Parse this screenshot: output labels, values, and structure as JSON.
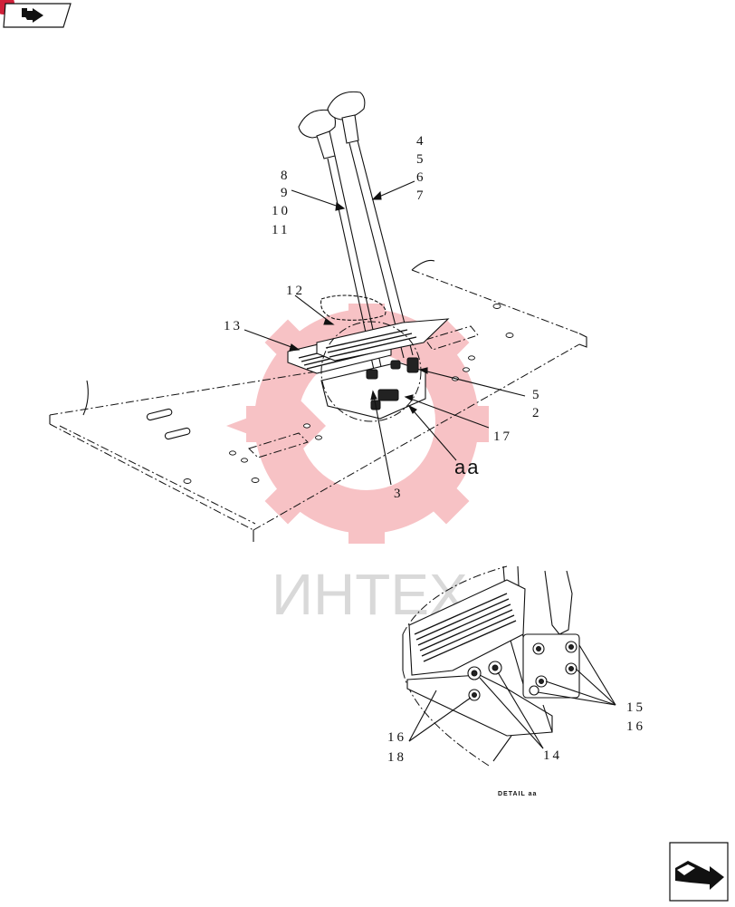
{
  "header": {
    "badge_color": "#d0213a",
    "nav_icon": "arrow-back-icon"
  },
  "footer": {
    "nav_icon": "arrow-next-icon"
  },
  "watermark": {
    "text": "ИНТЕХ",
    "icon": "gear-logo-icon",
    "color": "#e8474f"
  },
  "main_callouts": {
    "c4": "4",
    "c5": "5",
    "c6": "6",
    "c7": "7",
    "c8": "8",
    "c9": "9",
    "c10": "10",
    "c11": "11",
    "c12": "12",
    "c13": "13",
    "c5b": "5",
    "c2": "2",
    "c17": "17",
    "c3": "3",
    "aa": "aa"
  },
  "detail_callouts": {
    "c15": "15",
    "c16a": "16",
    "c16b": "16",
    "c18": "18",
    "c14": "14"
  },
  "detail": {
    "label": "DETAIL aa"
  }
}
